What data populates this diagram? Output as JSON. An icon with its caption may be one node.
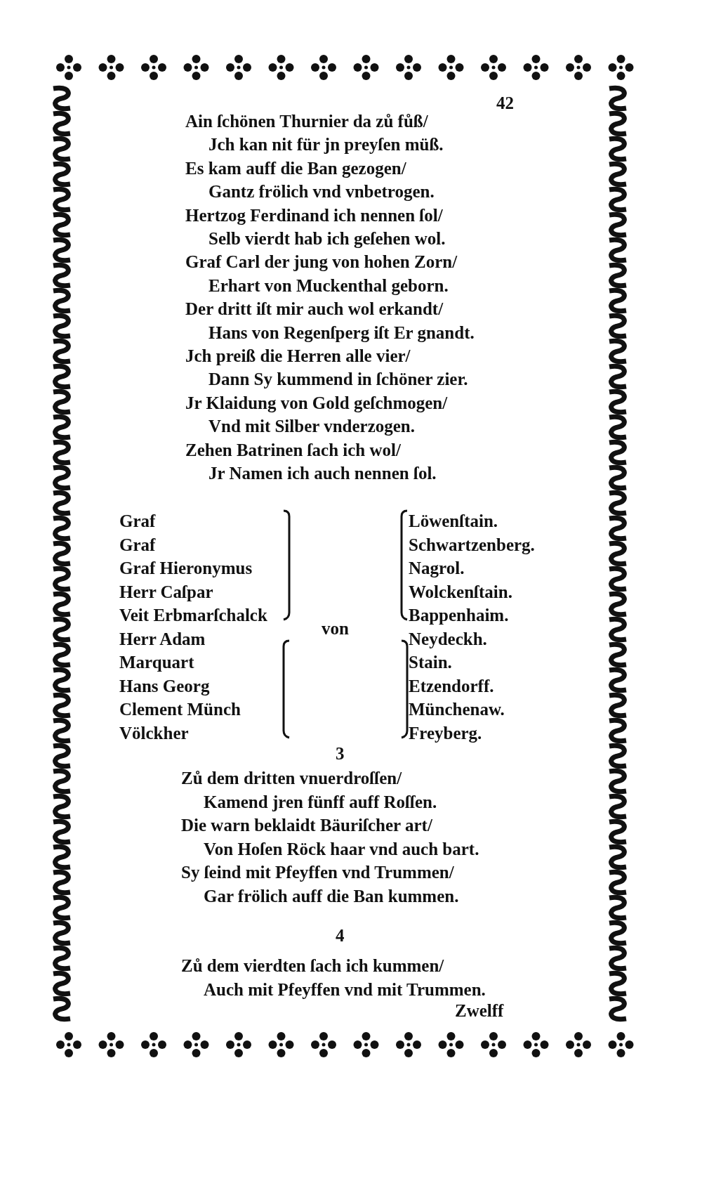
{
  "diagram": {
    "labels": [
      "42",
      "Ain ſchönen Thurnier da zů fůß/",
      "Jch kan nit für jn preyſen müß.",
      "Es kam auff die Ban gezogen/",
      "Gantz frölich vnd vnbetrogen.",
      "Hertzog Ferdinand ich nennen ſol/",
      "Selb vierdt hab ich geſehen wol.",
      "Graf Carl der jung von hohen Zorn/",
      "Erhart von Muckenthal geborn.",
      "Der dritt iſt mir auch wol erkandt/",
      "Hans von Regenſperg iſt Er gnandt.",
      "Jch preiß die Herren alle vier/",
      "Dann Sy kummend in ſchöner zier.",
      "Jr Klaidung von Gold geſchmogen/",
      "Vnd mit Silber vnderzogen.",
      "Zehen Batrinen ſach ich wol/",
      "Jr Namen ich auch nennen ſol.",
      "Graf",
      "Graf",
      "Graf Hieronymus",
      "Herr Caſpar",
      "Veit Erbmarſchalck",
      "Herr Adam",
      "Marquart",
      "Hans Georg",
      "Clement Münch",
      "Völckher",
      "von",
      "Löwenſtain.",
      "Schwartzenberg.",
      "Nagrol.",
      "Wolckenſtain.",
      "Bappenhaim.",
      "Neydeckh.",
      "Stain.",
      "Etzendorff.",
      "Münchenaw.",
      "Freyberg.",
      "3",
      "Zů dem dritten vnuerdroſſen/",
      "Kamend jren fünff auff Roſſen.",
      "Die warn beklaidt Bäuriſcher art/",
      "Von Hoſen Röck haar vnd auch bart.",
      "Sy ſeind mit Pfeyffen vnd Trummen/",
      "Gar frölich auff die Ban kummen.",
      "4",
      "Zů dem vierdten ſach ich kummen/",
      "Auch mit Pfeyffen vnd mit Trummen.",
      "Zwelff"
    ]
  }
}
